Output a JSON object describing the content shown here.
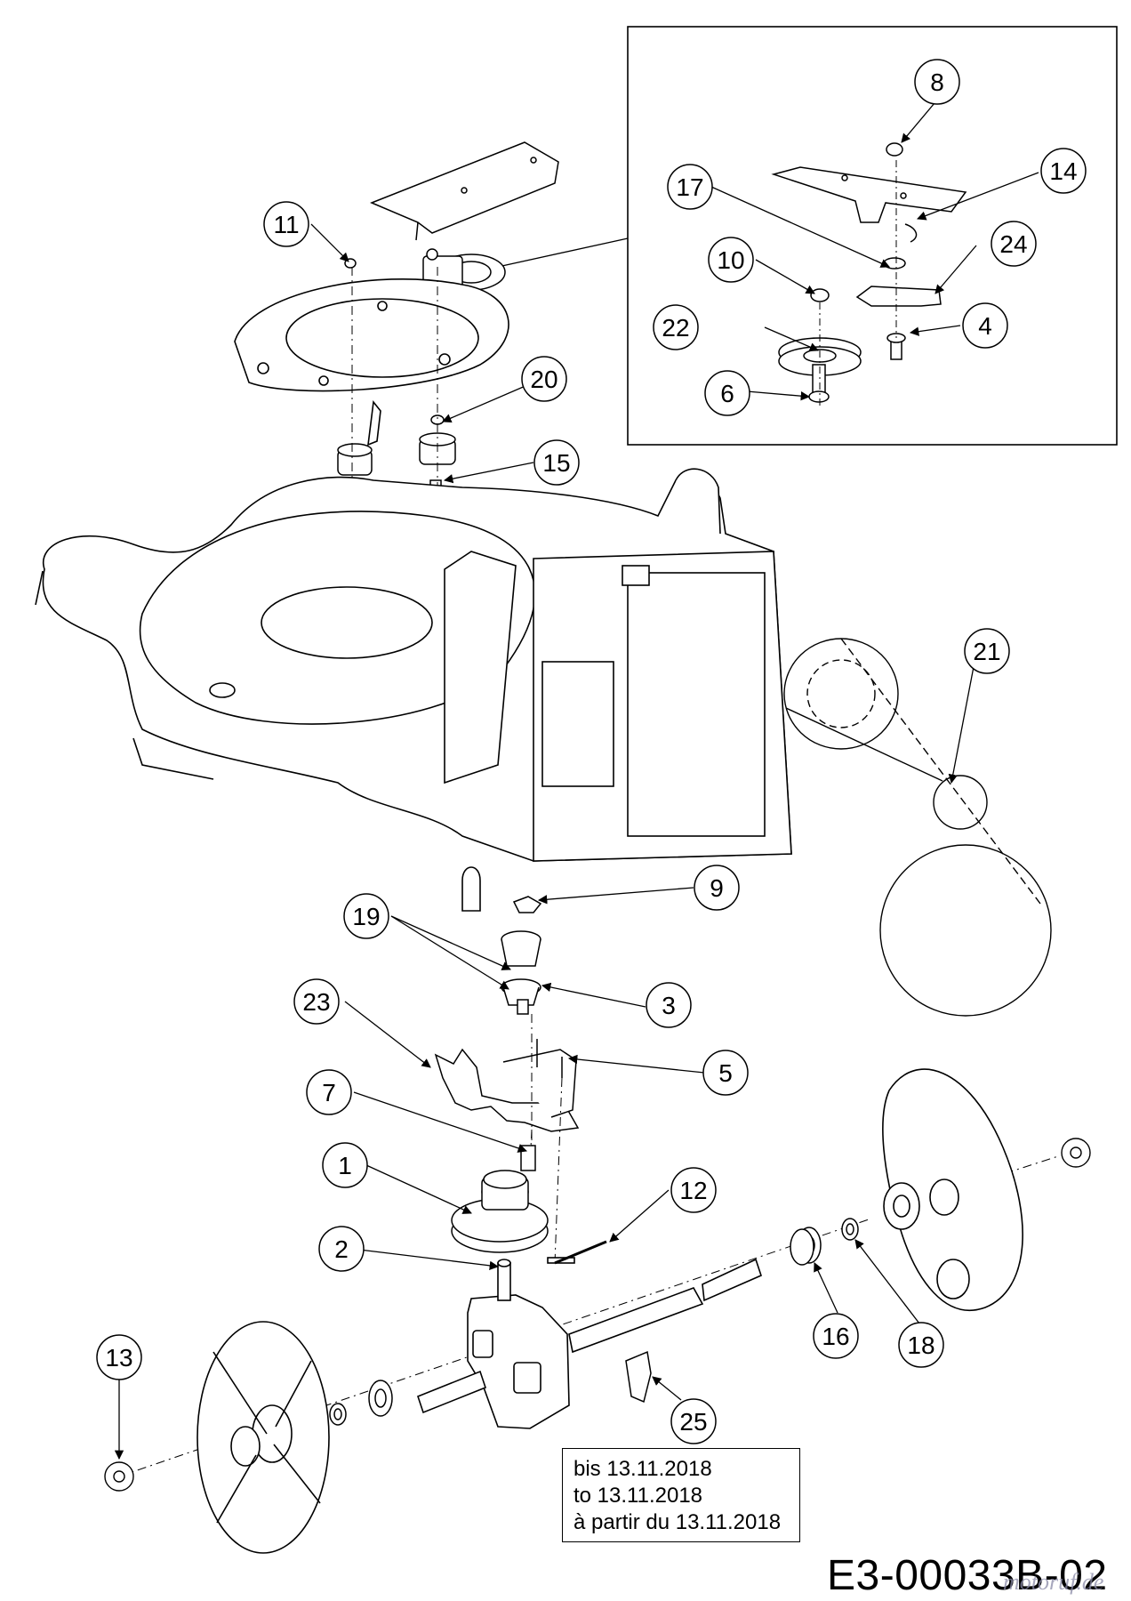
{
  "callouts": [
    {
      "id": "c1",
      "label": "1"
    },
    {
      "id": "c2",
      "label": "2"
    },
    {
      "id": "c3",
      "label": "3"
    },
    {
      "id": "c4",
      "label": "4"
    },
    {
      "id": "c5",
      "label": "5"
    },
    {
      "id": "c6",
      "label": "6"
    },
    {
      "id": "c7",
      "label": "7"
    },
    {
      "id": "c8",
      "label": "8"
    },
    {
      "id": "c9",
      "label": "9"
    },
    {
      "id": "c10",
      "label": "10"
    },
    {
      "id": "c11",
      "label": "11"
    },
    {
      "id": "c12",
      "label": "12"
    },
    {
      "id": "c13",
      "label": "13"
    },
    {
      "id": "c14",
      "label": "14"
    },
    {
      "id": "c15",
      "label": "15"
    },
    {
      "id": "c16",
      "label": "16"
    },
    {
      "id": "c17",
      "label": "17"
    },
    {
      "id": "c18",
      "label": "18"
    },
    {
      "id": "c19",
      "label": "19"
    },
    {
      "id": "c20",
      "label": "20"
    },
    {
      "id": "c21",
      "label": "21"
    },
    {
      "id": "c22",
      "label": "22"
    },
    {
      "id": "c23",
      "label": "23"
    },
    {
      "id": "c24",
      "label": "24"
    },
    {
      "id": "c25",
      "label": "25"
    }
  ],
  "date_note": {
    "line1": "bis 13.11.2018",
    "line2": "to 13.11.2018",
    "line3": "à partir du 13.11.2018"
  },
  "document_code": "E3-00033B-02",
  "watermark": "motoruf.de"
}
